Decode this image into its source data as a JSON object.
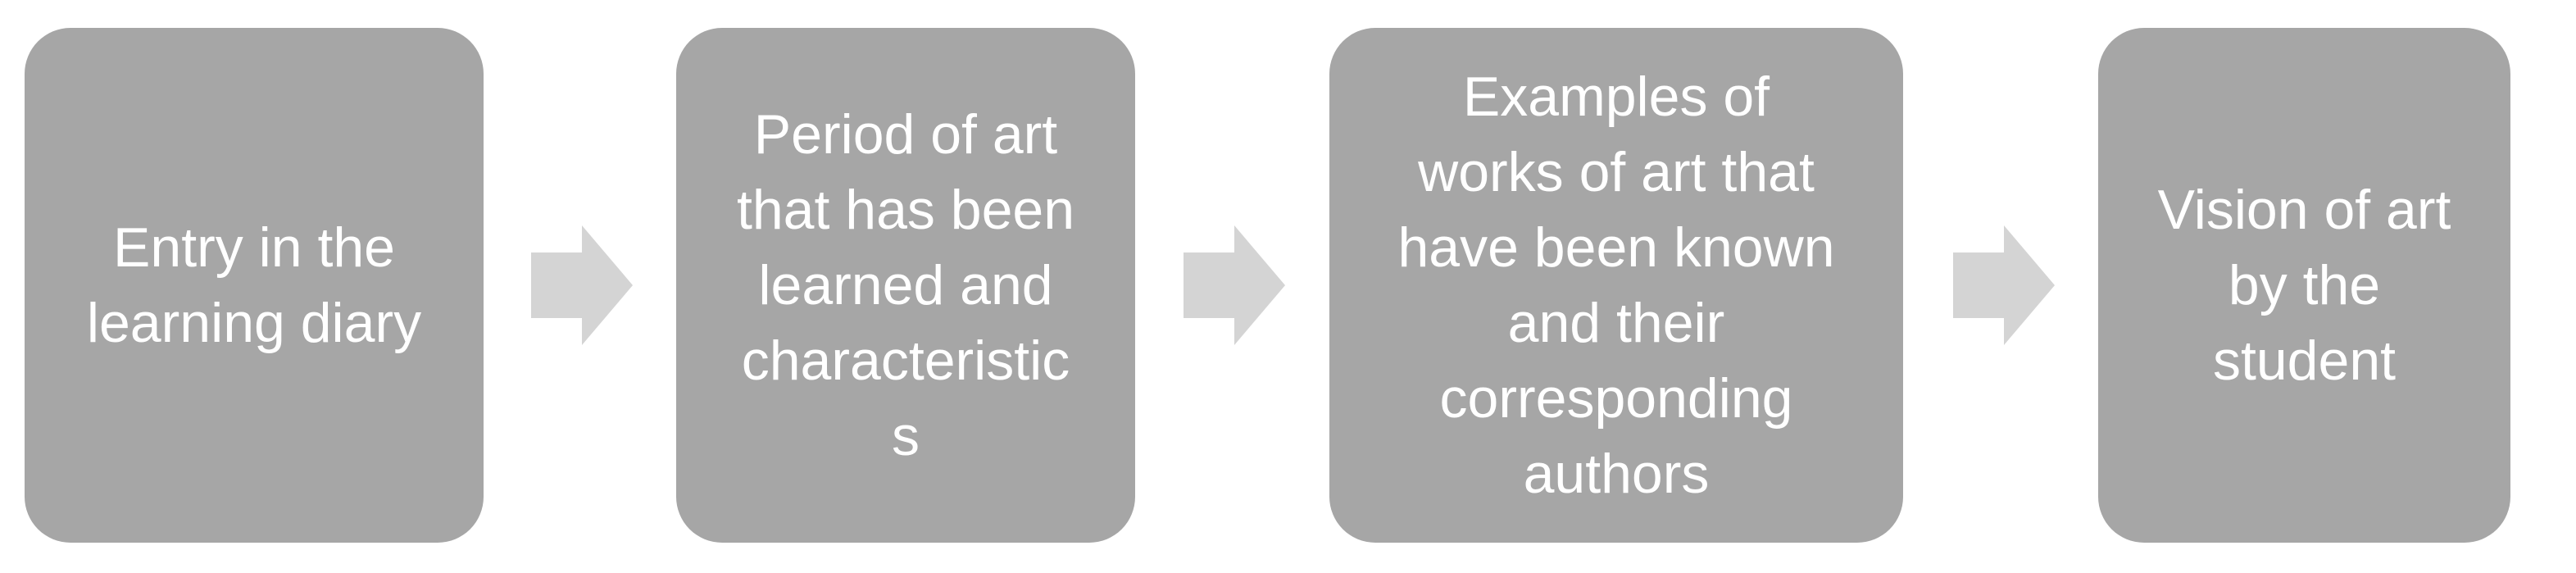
{
  "colors": {
    "box_fill": "#a6a6a6",
    "arrow_fill": "#d4d4d4",
    "text": "#ffffff"
  },
  "steps": [
    {
      "label": "Entry in the\nlearning diary"
    },
    {
      "label": "Period of art\nthat has been\nlearned and\ncharacteristic\ns"
    },
    {
      "label": "Examples of\nworks of art that\nhave been known\nand their\ncorresponding\nauthors"
    },
    {
      "label": "Vision of art\nby the\nstudent"
    }
  ],
  "connectors": [
    {
      "icon": "right-arrow-icon"
    },
    {
      "icon": "right-arrow-icon"
    },
    {
      "icon": "right-arrow-icon"
    }
  ]
}
